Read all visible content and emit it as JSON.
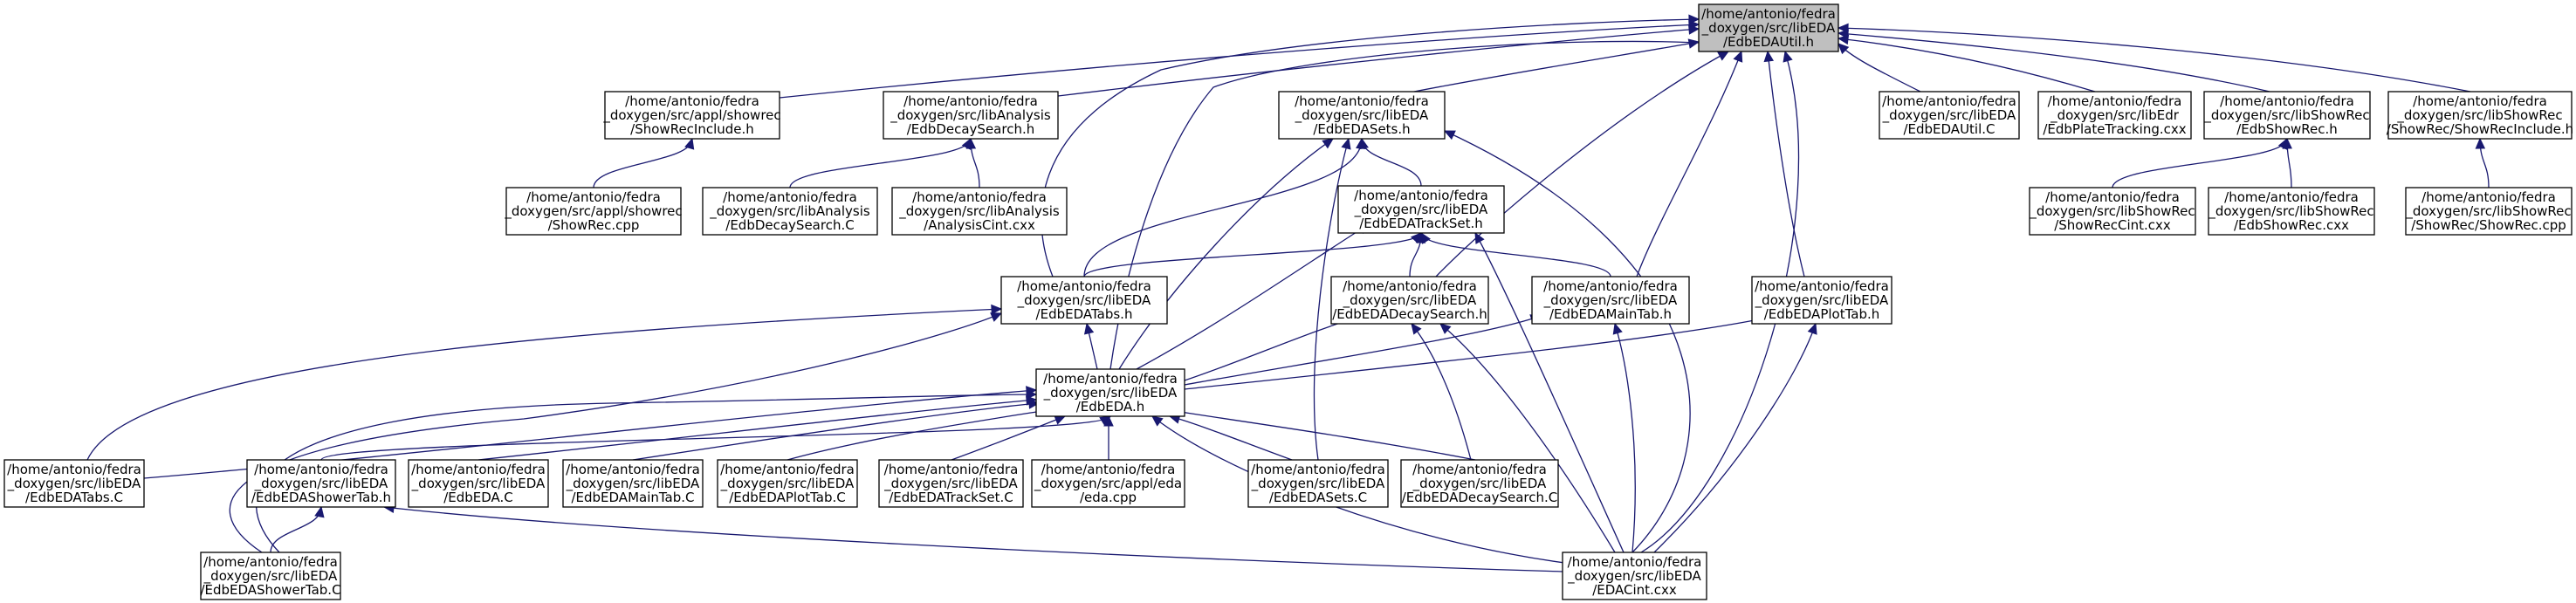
{
  "graph": {
    "root": "n0",
    "nodes": [
      {
        "id": "n0",
        "lines": [
          "/home/antonio/fedra",
          "_doxygen/src/libEDA",
          "/EdbEDAUtil.h"
        ]
      },
      {
        "id": "n1",
        "lines": [
          "/home/antonio/fedra",
          "_doxygen/src/appl/showrec",
          "/ShowRecInclude.h"
        ]
      },
      {
        "id": "n2",
        "lines": [
          "/home/antonio/fedra",
          "_doxygen/src/appl/showrec",
          "/ShowRec.cpp"
        ]
      },
      {
        "id": "n3",
        "lines": [
          "/home/antonio/fedra",
          "_doxygen/src/libAnalysis",
          "/EdbDecaySearch.h"
        ]
      },
      {
        "id": "n4",
        "lines": [
          "/home/antonio/fedra",
          "_doxygen/src/libAnalysis",
          "/EdbDecaySearch.C"
        ]
      },
      {
        "id": "n5",
        "lines": [
          "/home/antonio/fedra",
          "_doxygen/src/libAnalysis",
          "/AnalysisCint.cxx"
        ]
      },
      {
        "id": "n6",
        "lines": [
          "/home/antonio/fedra",
          "_doxygen/src/libEDA",
          "/EdbEDASets.h"
        ]
      },
      {
        "id": "n7",
        "lines": [
          "/home/antonio/fedra",
          "_doxygen/src/libEDA",
          "/EdbEDATrackSet.h"
        ]
      },
      {
        "id": "n8",
        "lines": [
          "/home/antonio/fedra",
          "_doxygen/src/libEDA",
          "/EdbEDATabs.h"
        ]
      },
      {
        "id": "n9",
        "lines": [
          "/home/antonio/fedra",
          "_doxygen/src/libEDA",
          "/EdbEDADecaySearch.h"
        ]
      },
      {
        "id": "n10",
        "lines": [
          "/home/antonio/fedra",
          "_doxygen/src/libEDA",
          "/EdbEDAMainTab.h"
        ]
      },
      {
        "id": "n11",
        "lines": [
          "/home/antonio/fedra",
          "_doxygen/src/libEDA",
          "/EdbEDAPlotTab.h"
        ]
      },
      {
        "id": "n12",
        "lines": [
          "/home/antonio/fedra",
          "_doxygen/src/libEDA",
          "/EdbEDA.h"
        ]
      },
      {
        "id": "n13",
        "lines": [
          "/home/antonio/fedra",
          "_doxygen/src/libEDA",
          "/EdbEDATabs.C"
        ]
      },
      {
        "id": "n14",
        "lines": [
          "/home/antonio/fedra",
          "_doxygen/src/libEDA",
          "/EdbEDAShowerTab.h"
        ]
      },
      {
        "id": "n15",
        "lines": [
          "/home/antonio/fedra",
          "_doxygen/src/libEDA",
          "/EdbEDAShowerTab.C"
        ]
      },
      {
        "id": "n16",
        "lines": [
          "/home/antonio/fedra",
          "_doxygen/src/libEDA",
          "/EdbEDA.C"
        ]
      },
      {
        "id": "n17",
        "lines": [
          "/home/antonio/fedra",
          "_doxygen/src/libEDA",
          "/EdbEDAMainTab.C"
        ]
      },
      {
        "id": "n18",
        "lines": [
          "/home/antonio/fedra",
          "_doxygen/src/libEDA",
          "/EdbEDAPlotTab.C"
        ]
      },
      {
        "id": "n19",
        "lines": [
          "/home/antonio/fedra",
          "_doxygen/src/libEDA",
          "/EdbEDATrackSet.C"
        ]
      },
      {
        "id": "n20",
        "lines": [
          "/home/antonio/fedra",
          "_doxygen/src/appl/eda",
          "/eda.cpp"
        ]
      },
      {
        "id": "n21",
        "lines": [
          "/home/antonio/fedra",
          "_doxygen/src/libEDA",
          "/EdbEDASets.C"
        ]
      },
      {
        "id": "n22",
        "lines": [
          "/home/antonio/fedra",
          "_doxygen/src/libEDA",
          "/EdbEDADecaySearch.C"
        ]
      },
      {
        "id": "n23",
        "lines": [
          "/home/antonio/fedra",
          "_doxygen/src/libEDA",
          "/EDACint.cxx"
        ]
      },
      {
        "id": "n24",
        "lines": [
          "/home/antonio/fedra",
          "_doxygen/src/libEDA",
          "/EdbEDAUtil.C"
        ]
      },
      {
        "id": "n25",
        "lines": [
          "/home/antonio/fedra",
          "_doxygen/src/libEdr",
          "/EdbPlateTracking.cxx"
        ]
      },
      {
        "id": "n26",
        "lines": [
          "/home/antonio/fedra",
          "_doxygen/src/libShowRec",
          "/EdbShowRec.h"
        ]
      },
      {
        "id": "n27",
        "lines": [
          "/home/antonio/fedra",
          "_doxygen/src/libShowRec",
          "/ShowRecCint.cxx"
        ]
      },
      {
        "id": "n28",
        "lines": [
          "/home/antonio/fedra",
          "_doxygen/src/libShowRec",
          "/EdbShowRec.cxx"
        ]
      },
      {
        "id": "n29",
        "lines": [
          "/home/antonio/fedra",
          "_doxygen/src/libShowRec",
          "/ShowRec/ShowRecInclude.h"
        ]
      },
      {
        "id": "n30",
        "lines": [
          "/home/antonio/fedra",
          "_doxygen/src/libShowRec",
          "/ShowRec/ShowRec.cpp"
        ]
      }
    ],
    "edges": [
      [
        "n1",
        "n0"
      ],
      [
        "n2",
        "n1"
      ],
      [
        "n3",
        "n0"
      ],
      [
        "n4",
        "n3"
      ],
      [
        "n5",
        "n3"
      ],
      [
        "n6",
        "n0"
      ],
      [
        "n7",
        "n6"
      ],
      [
        "n8",
        "n0"
      ],
      [
        "n8",
        "n6"
      ],
      [
        "n8",
        "n7"
      ],
      [
        "n9",
        "n0"
      ],
      [
        "n9",
        "n7"
      ],
      [
        "n10",
        "n0"
      ],
      [
        "n10",
        "n7"
      ],
      [
        "n11",
        "n0"
      ],
      [
        "n12",
        "n0"
      ],
      [
        "n12",
        "n6"
      ],
      [
        "n12",
        "n7"
      ],
      [
        "n12",
        "n8"
      ],
      [
        "n12",
        "n9"
      ],
      [
        "n12",
        "n10"
      ],
      [
        "n12",
        "n11"
      ],
      [
        "n13",
        "n8"
      ],
      [
        "n13",
        "n12"
      ],
      [
        "n14",
        "n12"
      ],
      [
        "n15",
        "n14"
      ],
      [
        "n15",
        "n8"
      ],
      [
        "n15",
        "n12"
      ],
      [
        "n16",
        "n12"
      ],
      [
        "n17",
        "n12"
      ],
      [
        "n18",
        "n12"
      ],
      [
        "n19",
        "n12"
      ],
      [
        "n20",
        "n12"
      ],
      [
        "n21",
        "n6"
      ],
      [
        "n21",
        "n12"
      ],
      [
        "n22",
        "n9"
      ],
      [
        "n22",
        "n12"
      ],
      [
        "n23",
        "n0"
      ],
      [
        "n23",
        "n6"
      ],
      [
        "n23",
        "n7"
      ],
      [
        "n23",
        "n9"
      ],
      [
        "n23",
        "n10"
      ],
      [
        "n23",
        "n11"
      ],
      [
        "n23",
        "n12"
      ],
      [
        "n23",
        "n14"
      ],
      [
        "n24",
        "n0"
      ],
      [
        "n25",
        "n0"
      ],
      [
        "n26",
        "n0"
      ],
      [
        "n27",
        "n26"
      ],
      [
        "n28",
        "n26"
      ],
      [
        "n29",
        "n0"
      ],
      [
        "n30",
        "n29"
      ]
    ]
  }
}
